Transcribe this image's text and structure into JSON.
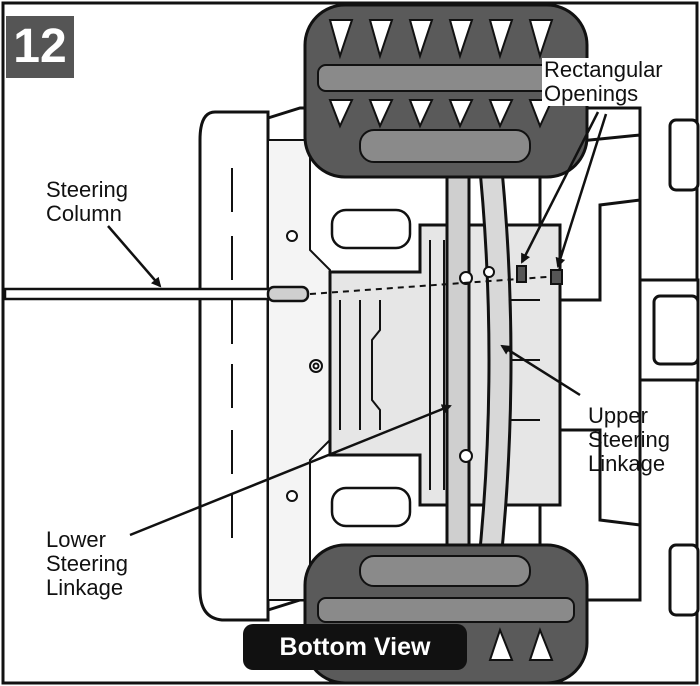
{
  "step_number": "12",
  "view_title": "Bottom View",
  "callouts": {
    "steering_column": [
      "Steering",
      "Column"
    ],
    "rectangular_openings": [
      "Rectangular",
      "Openings"
    ],
    "upper_steering_linkage": [
      "Upper",
      "Steering",
      "Linkage"
    ],
    "lower_steering_linkage": [
      "Lower",
      "Steering",
      "Linkage"
    ]
  },
  "colors": {
    "ink": "#111111",
    "tire": "#5a5a5a",
    "tire_light": "#8a8a8a",
    "chassis_shade": "#e6e6e6",
    "badge": "#555555"
  }
}
